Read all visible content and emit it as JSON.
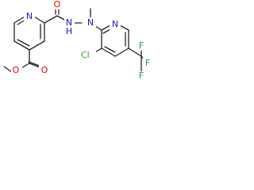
{
  "colors": {
    "bond": "#222222",
    "nitrogen": "#1a1acc",
    "oxygen": "#dd0000",
    "chlorine": "#2e9e2e",
    "fluorine": "#1a8f8a",
    "carbon": "#222222"
  },
  "atoms": {
    "pyridine_n_left": "N",
    "amide_o": "O",
    "hydrazide_nh": "N",
    "hydrazide_h": "H",
    "hydrazide_n_methyl": "N",
    "pyridine_n_right": "N",
    "ester_o_carbonyl": "O",
    "ester_o_alkoxy": "O",
    "chlorine": "Cl",
    "fluorine_top": "F",
    "fluorine_right": "F",
    "fluorine_bottom": "F"
  }
}
